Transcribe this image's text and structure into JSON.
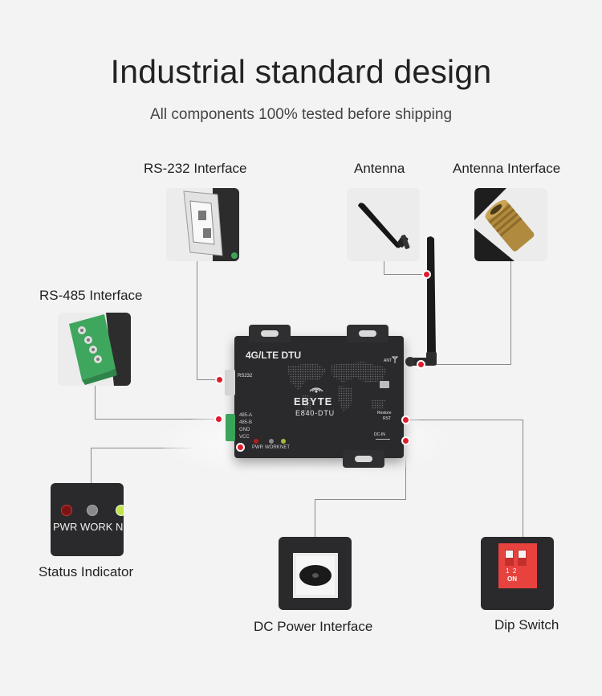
{
  "title": "Industrial standard design",
  "subtitle": "All components 100% tested before shipping",
  "labels": {
    "rs232": "RS-232 Interface",
    "antenna": "Antenna",
    "antenna_interface": "Antenna Interface",
    "rs485": "RS-485 Interface",
    "status": "Status Indicator",
    "dc_power": "DC Power Interface",
    "dip": "Dip Switch"
  },
  "device": {
    "model_banner": "4G/LTE DTU",
    "brand": "EBYTE",
    "model": "E840-DTU",
    "ant": "ANT",
    "rs232_port": "RS232",
    "restore": "Restore",
    "rst": "RST",
    "dcin": "DC-IN",
    "terminals": [
      "485-A",
      "485-B",
      "GND",
      "VCC"
    ],
    "leds": [
      "PWR",
      "WORK",
      "NET"
    ]
  },
  "status_closeup": {
    "text": "PWR WORK N"
  },
  "dip_closeup": {
    "numbers": "1  2",
    "on": "ON"
  },
  "colors": {
    "marker": "#e01b2c",
    "connector": "#888888",
    "device_body": "#2a2a2c",
    "terminal_green": "#3aa55a",
    "dip_red": "#e8423f"
  },
  "icons": [
    "antenna-icon",
    "antenna-connector-icon",
    "rs232-port-icon",
    "terminal-block-icon",
    "dc-jack-icon",
    "dip-switch-icon",
    "led-icon"
  ]
}
